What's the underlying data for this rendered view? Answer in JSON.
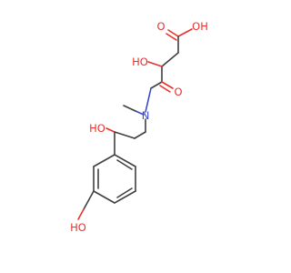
{
  "molecule": {
    "atoms": {
      "oh_acid": {
        "text": "OH",
        "color": "#e8312c"
      },
      "o_acid": {
        "text": "O",
        "color": "#e8312c"
      },
      "oh_alpha": {
        "text": "HO",
        "color": "#e8312c"
      },
      "n_amide": {
        "text": "N",
        "color": "#3949c8"
      },
      "o_amide": {
        "text": "O",
        "color": "#e8312c"
      },
      "oh_benzyl": {
        "text": "HO",
        "color": "#e8312c"
      },
      "oh_phenol": {
        "text": "HO",
        "color": "#e8312c"
      }
    },
    "bond_color": "#404040"
  }
}
